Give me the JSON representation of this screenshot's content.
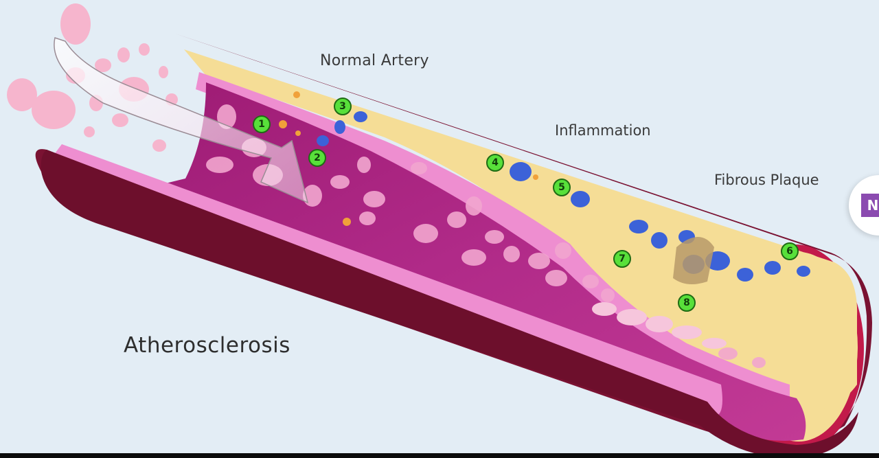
{
  "labels": {
    "normal": "Normal Artery",
    "inflammation": "Inflammation",
    "fibrous": "Fibrous Plaque",
    "title": "Atherosclerosis"
  },
  "markers": [
    "1",
    "2",
    "3",
    "4",
    "5",
    "6",
    "7",
    "8"
  ],
  "side_icon": {
    "letter": "N"
  },
  "colors": {
    "background": "#e3edf5",
    "outer_wall": "#7a1232",
    "lumen": "#a8207e",
    "intima": "#ee8ed0",
    "fat_layer": "#f5dd96",
    "marker": "#58e03a"
  }
}
